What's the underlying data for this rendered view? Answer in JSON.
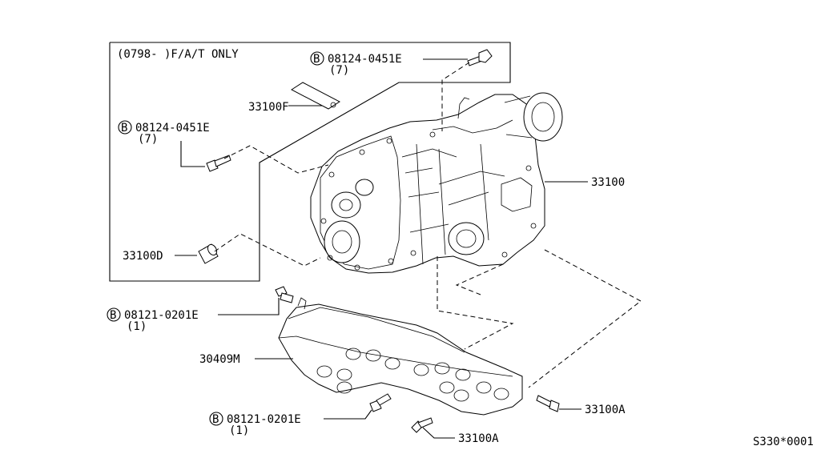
{
  "inset_note": "(0798-   )F/A/T ONLY",
  "bolt_marker": "B",
  "callouts": {
    "bolt_upper_right": {
      "code": "08124-0451E",
      "qty": "(7)"
    },
    "bolt_upper_left": {
      "code": "08124-0451E",
      "qty": "(7)"
    },
    "bolt_mid": {
      "code": "08121-0201E",
      "qty": "(1)"
    },
    "bolt_lower": {
      "code": "08121-0201E",
      "qty": "(1)"
    },
    "plate": "33100F",
    "transfer_assembly": "33100",
    "dowel": "33100D",
    "cover": "30409M",
    "screw_right": "33100A",
    "screw_bottom": "33100A"
  },
  "diagram_id": "S330*0001"
}
